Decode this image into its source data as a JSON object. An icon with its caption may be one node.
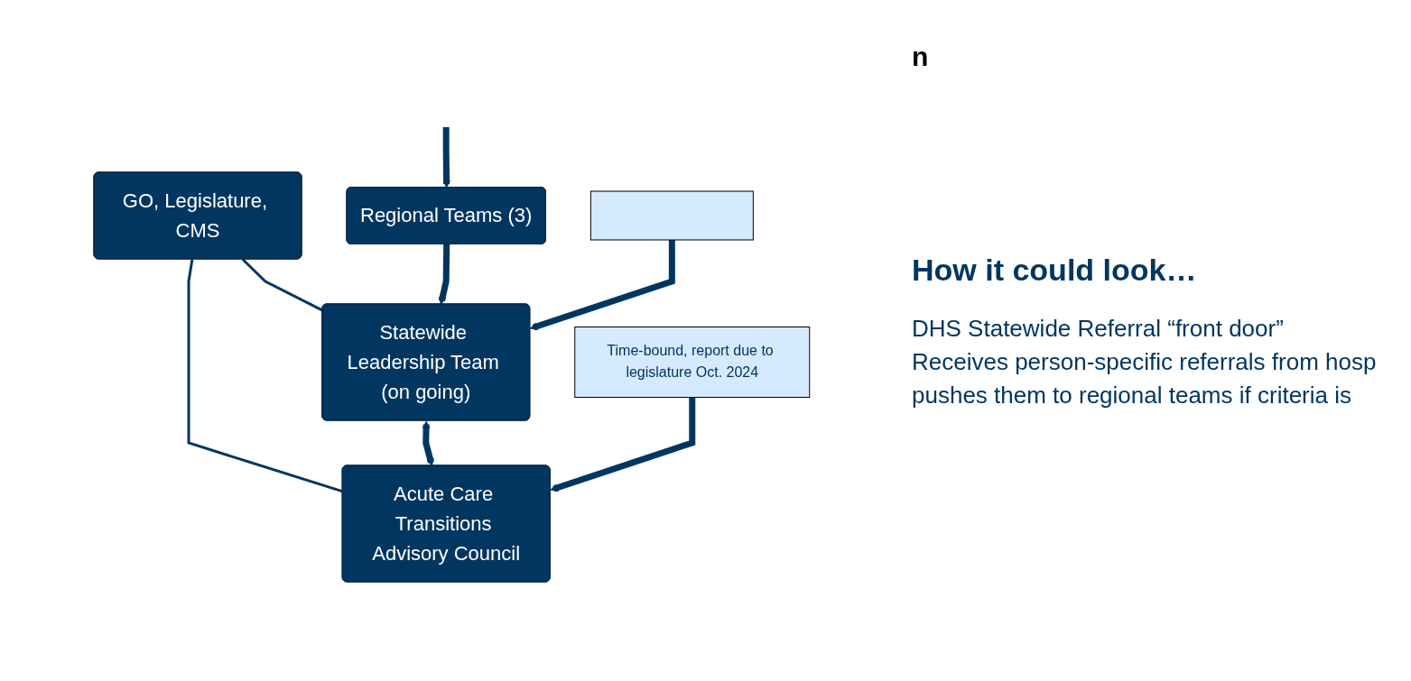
{
  "diagram": {
    "nodes": [
      {
        "text": [
          "GO, Legislature, CMS"
        ]
      },
      {
        "text": [
          "Statewide Leadership Team (on going)"
        ]
      },
      {
        "text": [
          "Acute Care Transitions Advisory Council"
        ]
      },
      {
        "text": [
          "Time-bound, report due to legislature Oct. 2024"
        ]
      },
      {
        "text": [
          "Regional Teams (3)"
        ]
      },
      {
        "text": [],
        "shape": "box"
      }
    ],
    "edges": [
      {
        "from": 0,
        "to": 1,
        "arrow": "none"
      },
      {
        "from": 0,
        "to": 2,
        "arrow": "none"
      },
      {
        "from": 1,
        "to": 2,
        "arrow": "both"
      },
      {
        "from": 3,
        "to": 2,
        "arrow": "to"
      },
      {
        "from": 4,
        "to": 1,
        "arrow": "to"
      },
      {
        "from": 5,
        "to": 1,
        "arrow": "to"
      },
      {
        "from": null,
        "to": 4,
        "arrow": "to"
      }
    ],
    "labels": [
      "n",
      "How it could look…",
      "DHS Statewide Referral “front door”",
      "Receives person-specific referrals from hosp",
      "pushes them to regional teams if criteria is"
    ]
  }
}
